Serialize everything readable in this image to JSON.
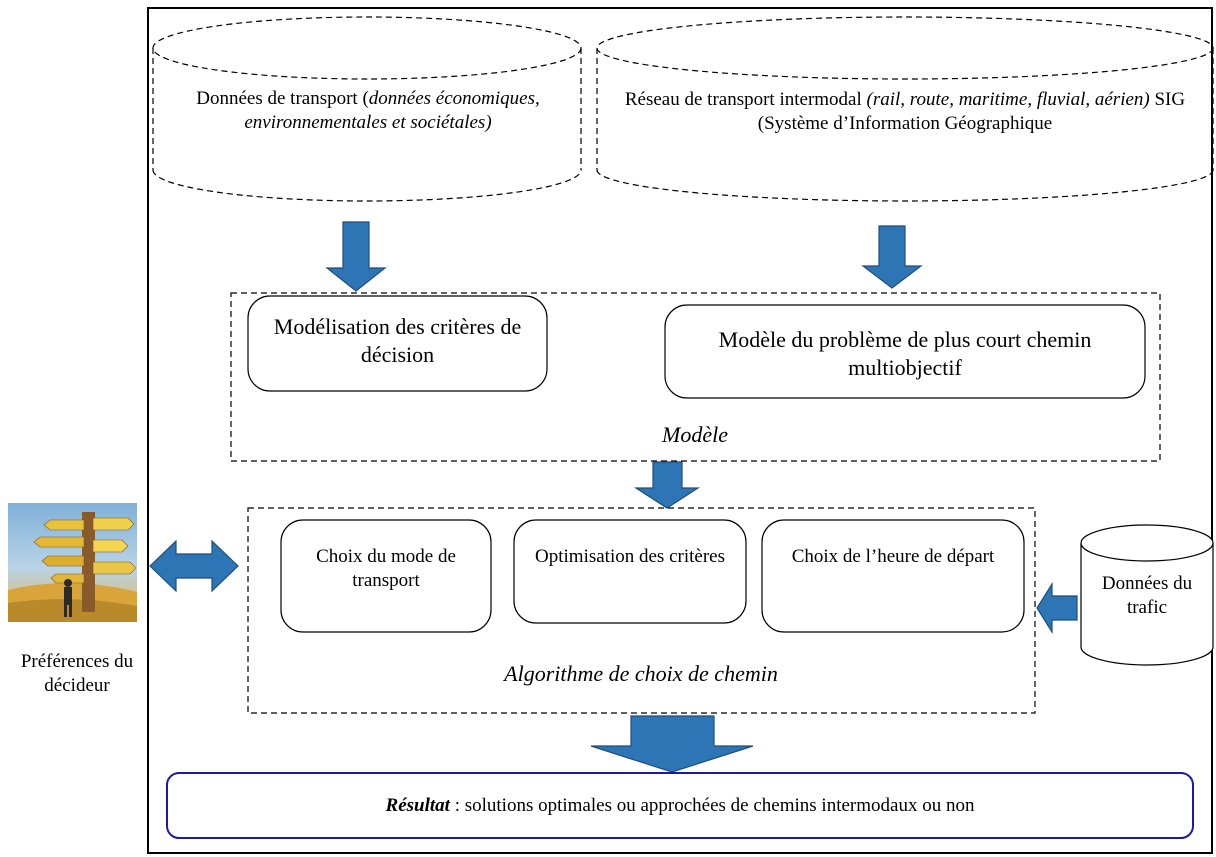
{
  "db_transport": {
    "text_lead": "Données de transport (",
    "text_italic": "données économiques, environnementales et sociétales",
    "text_end": ")"
  },
  "db_network": {
    "text_lead": "Réseau de transport intermodal ",
    "text_italic": "(rail, route, maritime, fluvial, aérien)",
    "text_end": " SIG (Système d’Information Géographique"
  },
  "model": {
    "box1": "Modélisation des critères de décision",
    "box2": "Modèle du problème de plus court chemin multiobjectif",
    "label": "Modèle"
  },
  "algorithm": {
    "box1": "Choix du mode de transport",
    "box2": "Optimisation des critères",
    "box3": "Choix de l’heure de départ",
    "label": "Algorithme de choix de chemin"
  },
  "traffic_db": {
    "text": "Données du trafic"
  },
  "decider": {
    "text": "Préférences du décideur",
    "image_icon": "signpost-figure-icon"
  },
  "result": {
    "label_bold": "Résultat",
    "text": " : solutions optimales ou approchées de chemins intermodaux ou non"
  },
  "colors": {
    "arrow_fill": "#2e75b6",
    "arrow_stroke": "#1f4e79",
    "result_border": "#1a1aa6"
  }
}
